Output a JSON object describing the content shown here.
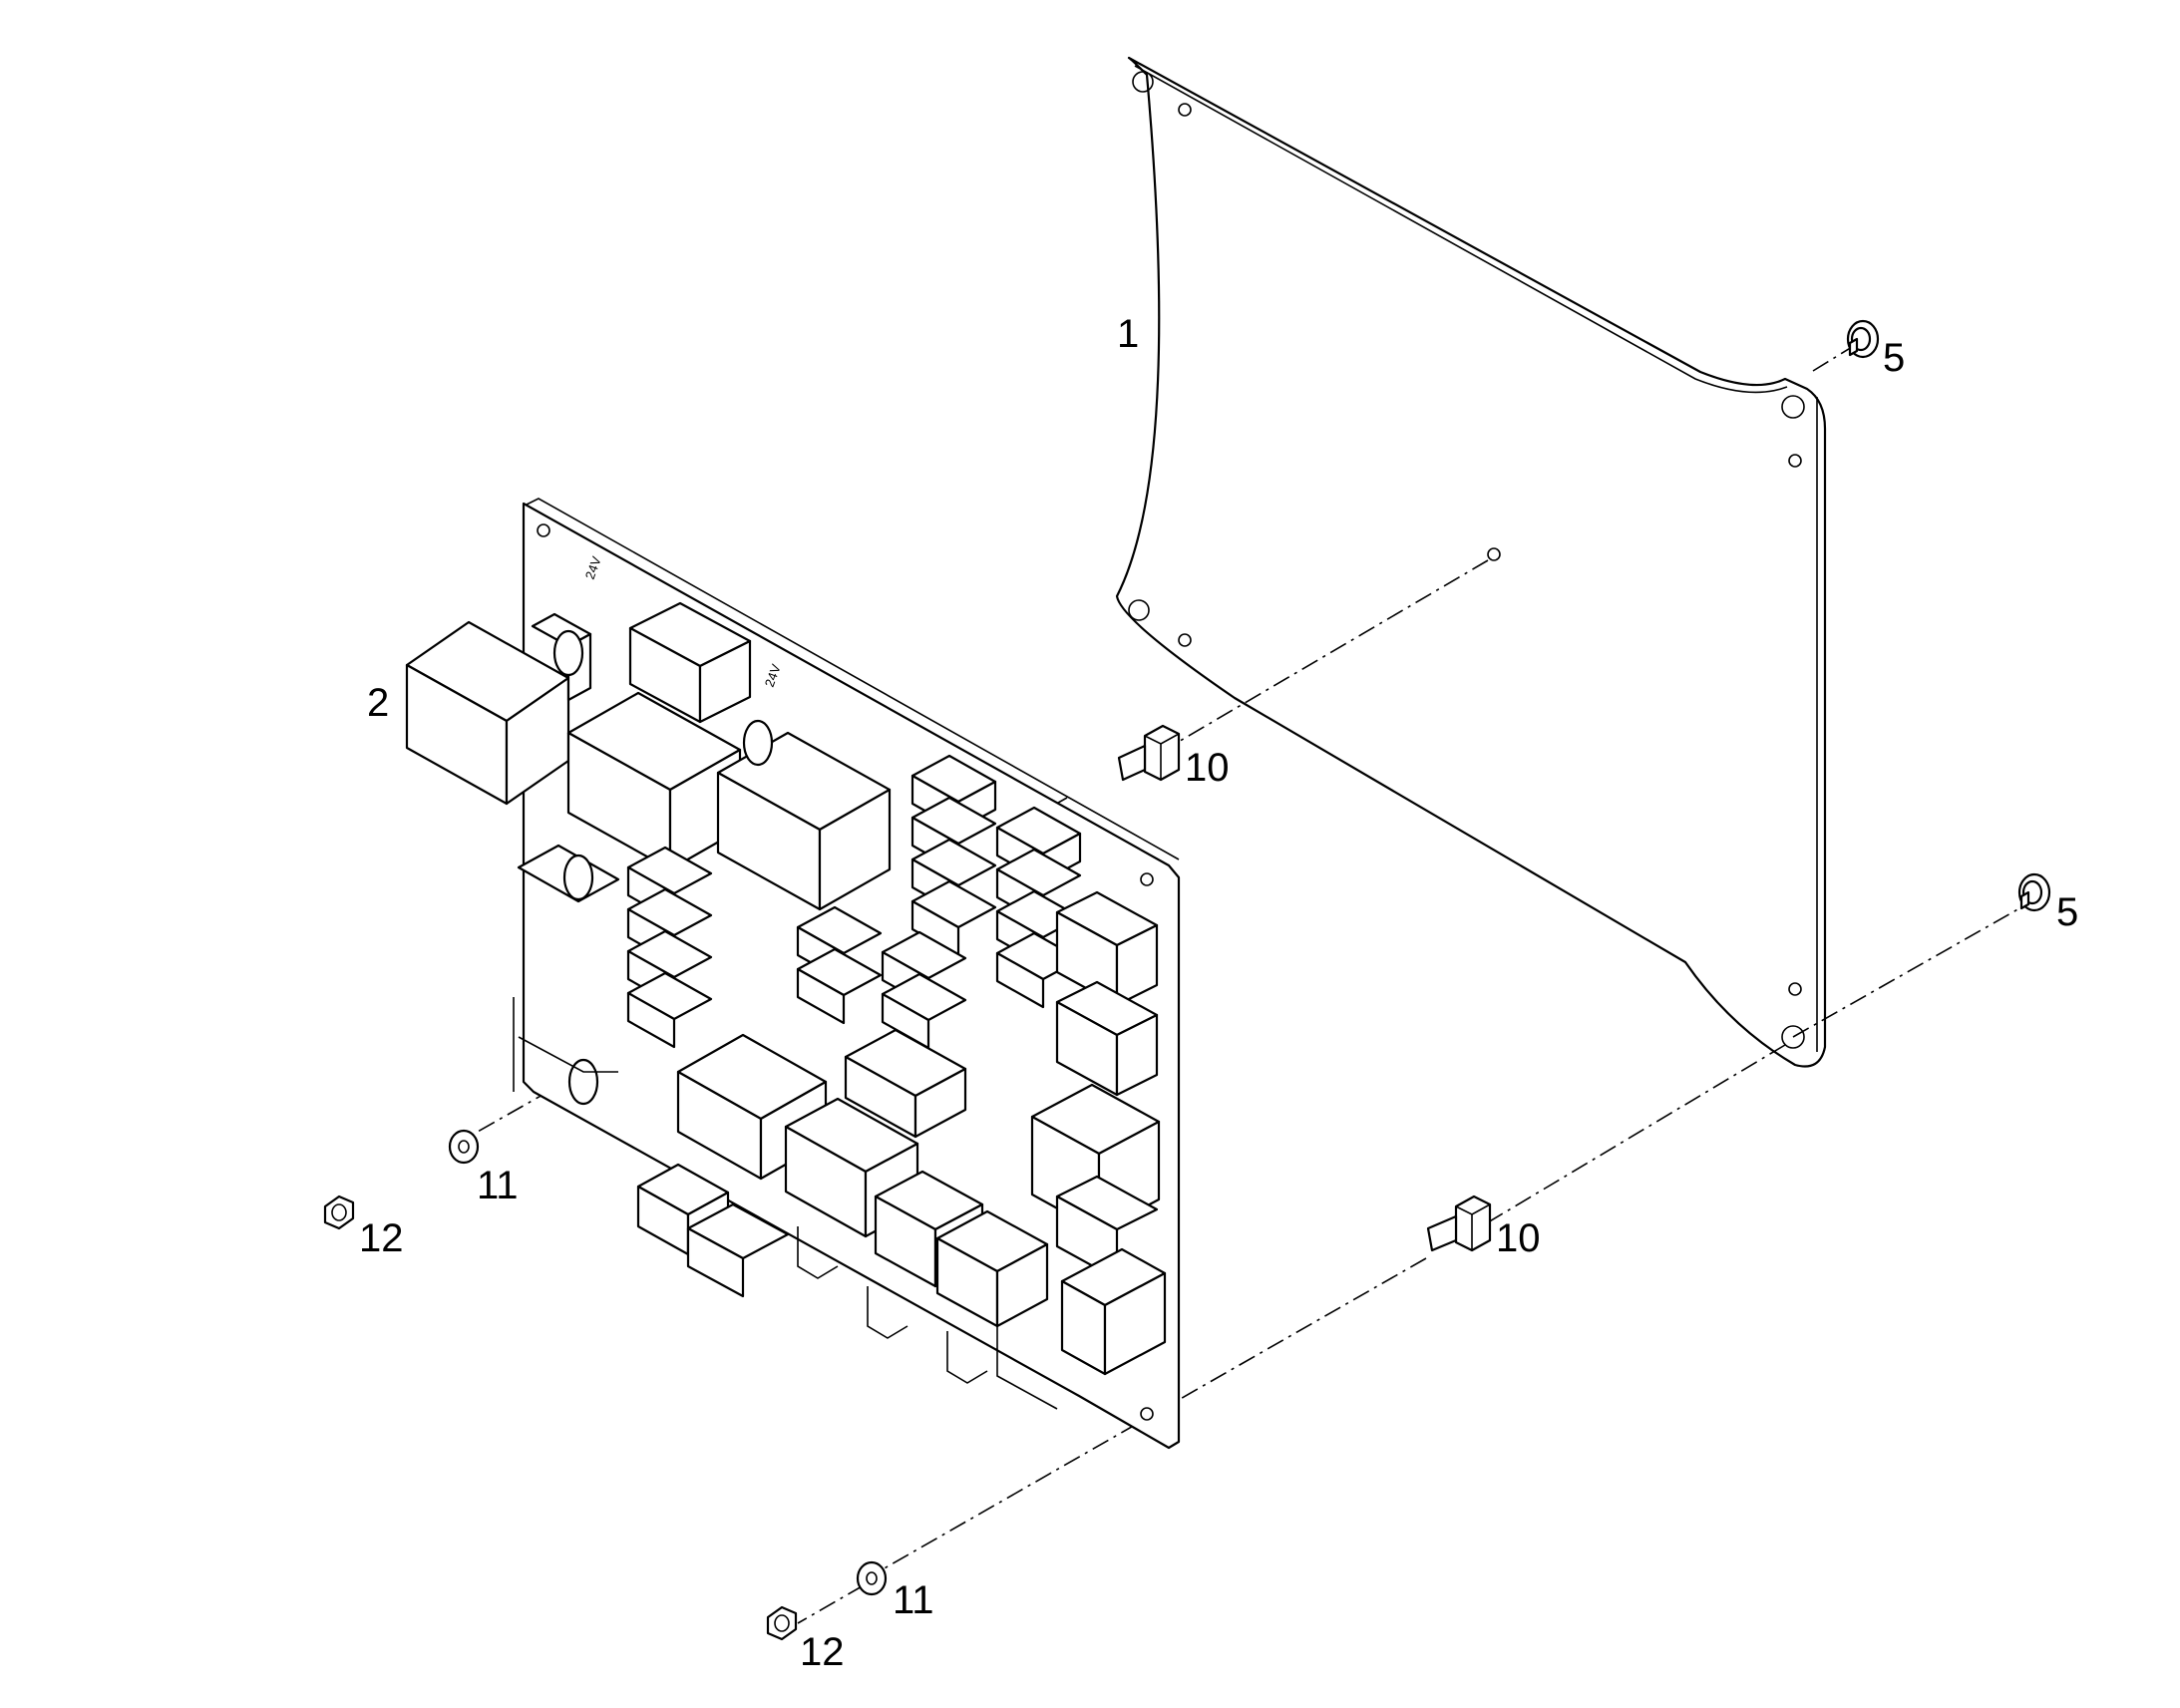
{
  "diagram": {
    "callouts": [
      {
        "id": "plate",
        "label": "1"
      },
      {
        "id": "board",
        "label": "2"
      },
      {
        "id": "screw-top",
        "label": "5"
      },
      {
        "id": "screw-right",
        "label": "5"
      },
      {
        "id": "standoff-upper",
        "label": "10"
      },
      {
        "id": "standoff-lower",
        "label": "10"
      },
      {
        "id": "washer-left",
        "label": "11"
      },
      {
        "id": "washer-bottom",
        "label": "11"
      },
      {
        "id": "nut-left",
        "label": "12"
      },
      {
        "id": "nut-bottom",
        "label": "12"
      }
    ]
  }
}
